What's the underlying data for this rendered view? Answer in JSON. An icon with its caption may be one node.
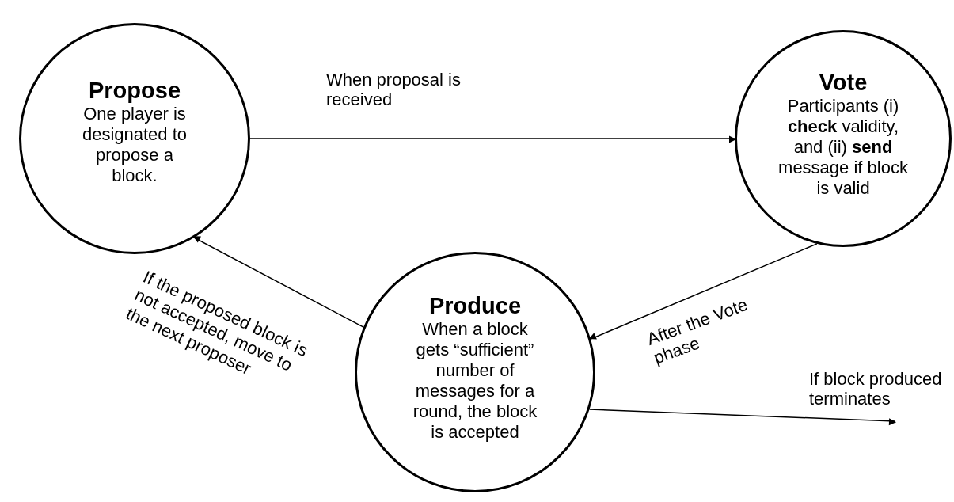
{
  "diagram": {
    "nodes": [
      {
        "text": [
          "Propose",
          "One player is designated to propose a block."
        ]
      },
      {
        "text": [
          "Vote",
          "Participants (i) **check** validity, and (ii) **send** message if block is valid"
        ]
      },
      {
        "text": [
          "Produce",
          "When a block gets “sufficient” number of messages for a round, the block is accepted"
        ]
      }
    ],
    "edges": [
      {
        "from": 0,
        "to": 1,
        "arrow": "to",
        "label": "When proposal is received"
      },
      {
        "from": 1,
        "to": 2,
        "arrow": "to",
        "label": "After the Vote phase"
      },
      {
        "from": 2,
        "to": 0,
        "arrow": "to",
        "label": "If the proposed block is not accepted, move to the next proposer"
      },
      {
        "from": 2,
        "to": null,
        "arrow": "to",
        "label": "If block produced terminates"
      }
    ]
  }
}
